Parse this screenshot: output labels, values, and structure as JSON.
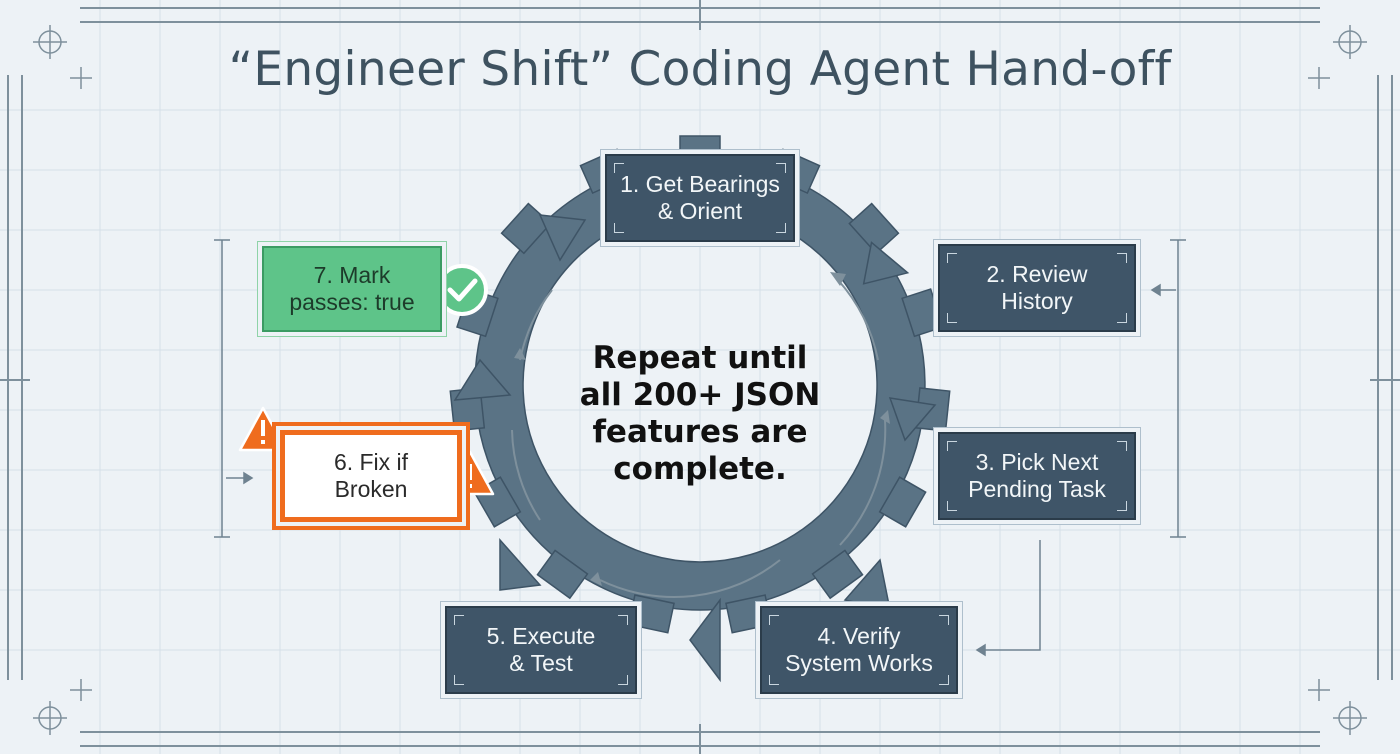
{
  "title": "“Engineer Shift” Coding Agent Hand-off",
  "center_text": [
    "Repeat until",
    "all 200+ JSON",
    "features are",
    "complete."
  ],
  "steps": [
    {
      "lines": [
        "1. Get Bearings",
        "& Orient"
      ]
    },
    {
      "lines": [
        "2. Review",
        "History"
      ]
    },
    {
      "lines": [
        "3. Pick Next",
        "Pending Task"
      ]
    },
    {
      "lines": [
        "4. Verify",
        "System Works"
      ]
    },
    {
      "lines": [
        "5. Execute",
        "& Test"
      ]
    },
    {
      "lines": [
        "6. Fix if",
        "Broken"
      ]
    },
    {
      "lines": [
        "7. Mark",
        "passes: true"
      ]
    }
  ],
  "icons": {
    "check": "check-circle-icon",
    "warning": "warning-triangle-icon"
  },
  "colors": {
    "background": "#edf2f6",
    "step_fill": "#3f5568",
    "gear": "#5a7385",
    "success": "#5ec489",
    "warning": "#ef6c1e"
  }
}
